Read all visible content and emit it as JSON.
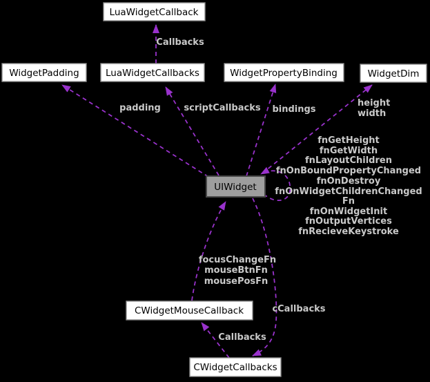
{
  "diagram": {
    "type": "collaboration-graph",
    "colors": {
      "background": "#000000",
      "edge": "#9932cc",
      "edge_label": "#c9c9c9",
      "node_fill": "#ffffff",
      "node_border": "#8f8f8f",
      "node_text": "#000000",
      "highlight_fill": "#9e9e9e",
      "highlight_border": "#484848"
    },
    "nodes": [
      {
        "label": "LuaWidgetCallback"
      },
      {
        "label": "WidgetPadding"
      },
      {
        "label": "LuaWidgetCallbacks"
      },
      {
        "label": "WidgetPropertyBinding"
      },
      {
        "label": "WidgetDim"
      },
      {
        "label": "UIWidget"
      },
      {
        "label": "CWidgetMouseCallback"
      },
      {
        "label": "CWidgetCallbacks"
      }
    ],
    "edges": [
      {
        "from": "LuaWidgetCallbacks",
        "to": "LuaWidgetCallback",
        "labels": [
          "Callbacks"
        ]
      },
      {
        "from": "UIWidget",
        "to": "WidgetPadding",
        "labels": [
          "padding"
        ]
      },
      {
        "from": "UIWidget",
        "to": "LuaWidgetCallbacks",
        "labels": [
          "scriptCallbacks"
        ]
      },
      {
        "from": "UIWidget",
        "to": "WidgetPropertyBinding",
        "labels": [
          "bindings"
        ]
      },
      {
        "from": "UIWidget",
        "to": "WidgetDim",
        "labels": [
          "height",
          "width"
        ]
      },
      {
        "from": "UIWidget",
        "to": "UIWidget",
        "labels": [
          "fnGetHeight",
          "fnGetWidth",
          "fnLayoutChildren",
          "fnOnBoundPropertyChanged",
          "fnOnDestroy",
          "fnOnWidgetChildrenChanged",
          "Fn",
          "fnOnWidgetInit",
          "fnOutputVertices",
          "fnRecieveKeystroke"
        ]
      },
      {
        "from": "CWidgetMouseCallback",
        "to": "UIWidget",
        "labels": [
          "focusChangeFn",
          "mouseBtnFn",
          "mousePosFn"
        ]
      },
      {
        "from": "UIWidget",
        "to": "CWidgetCallbacks",
        "labels": [
          "cCallbacks"
        ]
      },
      {
        "from": "CWidgetCallbacks",
        "to": "CWidgetMouseCallback",
        "labels": [
          "Callbacks"
        ]
      }
    ]
  }
}
